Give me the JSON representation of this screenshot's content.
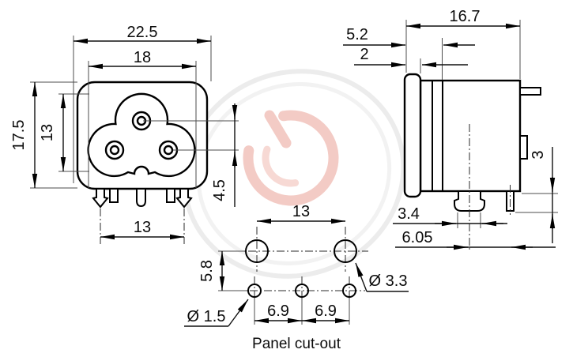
{
  "front_view": {
    "dim_outer_width": "22.5",
    "dim_inner_width": "18",
    "dim_height": "17.5",
    "dim_opening_height": "13",
    "dim_pin_row_offset": "4.5",
    "dim_terminal_span": "13"
  },
  "side_view": {
    "dim_total_depth": "16.7",
    "dim_front_section": "5.2",
    "dim_flange_thickness": "2",
    "dim_pin_length": "3",
    "dim_peg_width": "3.4",
    "dim_peg_to_pin": "6.05"
  },
  "panel_cutout": {
    "label": "Panel cut-out",
    "dim_large_hole_span": "13",
    "dim_row_spacing": "5.8",
    "dim_pitch_left": "6.9",
    "dim_pitch_right": "6.9",
    "dim_large_hole_diameter": "Ø 3.3",
    "dim_small_hole_diameter": "Ø 1.5"
  },
  "colors": {
    "line": "#000000",
    "extension_line": "#4d4d4d",
    "watermark_pink": "#f3cbc5",
    "watermark_gray": "#ececec",
    "background": "#ffffff"
  }
}
